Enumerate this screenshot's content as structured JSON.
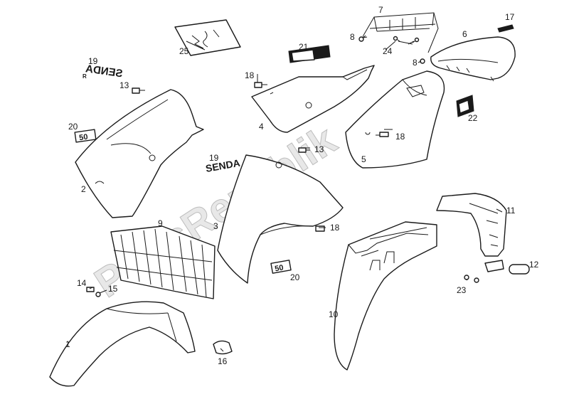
{
  "watermark": "PartsRepublik",
  "logos": {
    "senda": "SENDA",
    "senda_r": "R",
    "decal_50": "50"
  },
  "callouts": {
    "c1": "1",
    "c2": "2",
    "c3": "3",
    "c4": "4",
    "c5": "5",
    "c6": "6",
    "c7": "7",
    "c8a": "8",
    "c8b": "8",
    "c9": "9",
    "c10": "10",
    "c11": "11",
    "c12": "12",
    "c13a": "13",
    "c13b": "13",
    "c14": "14",
    "c15": "15",
    "c16": "16",
    "c17": "17",
    "c18a": "18",
    "c18b": "18",
    "c18c": "18",
    "c19a": "19",
    "c19b": "19",
    "c20a": "20",
    "c20b": "20",
    "c21": "21",
    "c22": "22",
    "c23": "23",
    "c24": "24",
    "c25": "25"
  }
}
